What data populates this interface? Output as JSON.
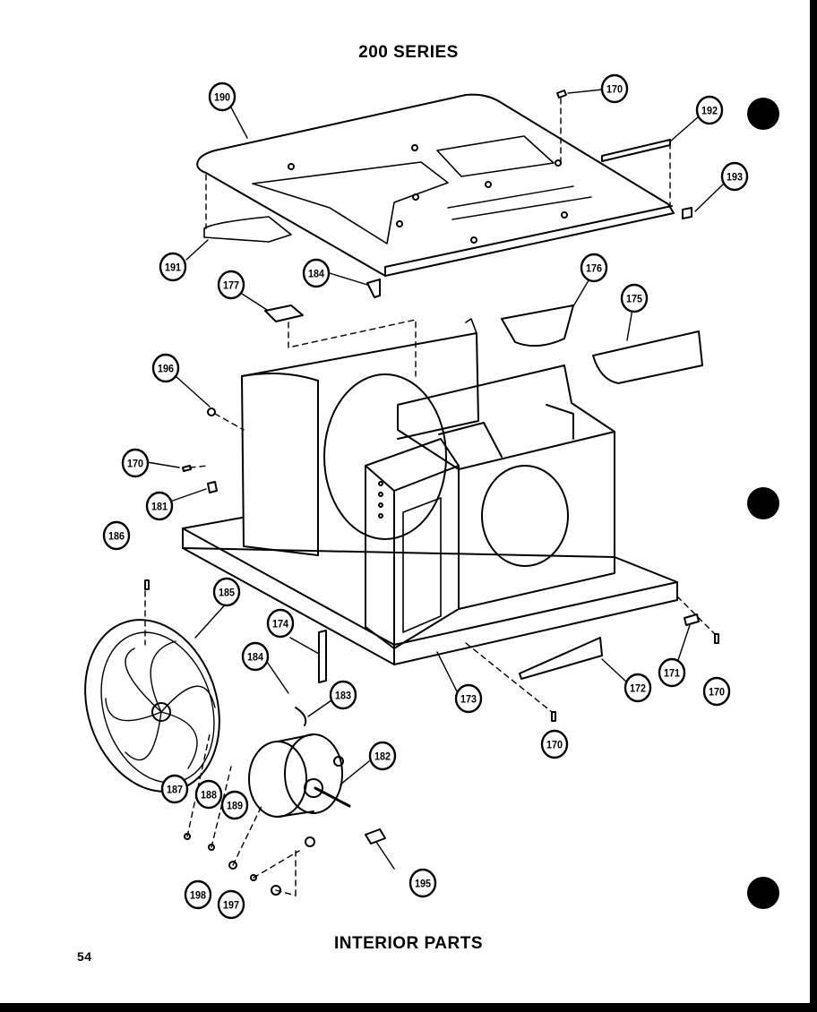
{
  "header": {
    "series_title": "200 SERIES"
  },
  "footer": {
    "section_title": "INTERIOR PARTS",
    "page_number": "54"
  },
  "callouts": [
    {
      "id": "c190",
      "label": "190"
    },
    {
      "id": "c170a",
      "label": "170"
    },
    {
      "id": "c192",
      "label": "192"
    },
    {
      "id": "c193",
      "label": "193"
    },
    {
      "id": "c191",
      "label": "191"
    },
    {
      "id": "c184a",
      "label": "184"
    },
    {
      "id": "c177",
      "label": "177"
    },
    {
      "id": "c176",
      "label": "176"
    },
    {
      "id": "c175",
      "label": "175"
    },
    {
      "id": "c196",
      "label": "196"
    },
    {
      "id": "c170b",
      "label": "170"
    },
    {
      "id": "c181",
      "label": "181"
    },
    {
      "id": "c186",
      "label": "186"
    },
    {
      "id": "c185",
      "label": "185"
    },
    {
      "id": "c174",
      "label": "174"
    },
    {
      "id": "c184b",
      "label": "184"
    },
    {
      "id": "c183",
      "label": "183"
    },
    {
      "id": "c173",
      "label": "173"
    },
    {
      "id": "c172",
      "label": "172"
    },
    {
      "id": "c170c",
      "label": "170"
    },
    {
      "id": "c171",
      "label": "171"
    },
    {
      "id": "c170d",
      "label": "170"
    },
    {
      "id": "c182",
      "label": "182"
    },
    {
      "id": "c187",
      "label": "187"
    },
    {
      "id": "c188",
      "label": "188"
    },
    {
      "id": "c189",
      "label": "189"
    },
    {
      "id": "c198",
      "label": "198"
    },
    {
      "id": "c197",
      "label": "197"
    },
    {
      "id": "c195",
      "label": "195"
    }
  ]
}
